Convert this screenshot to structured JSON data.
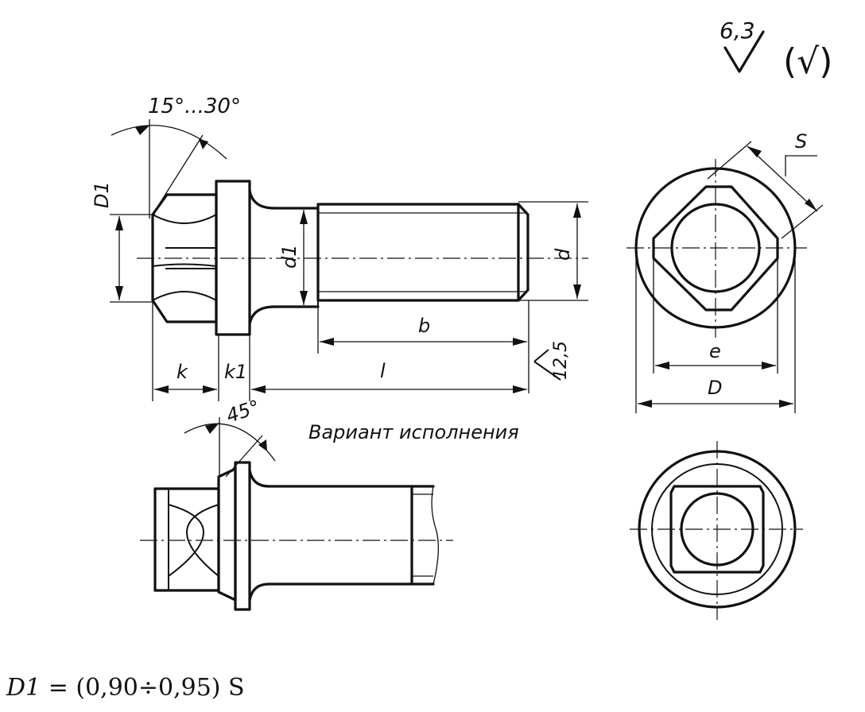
{
  "roughness": {
    "main": "6,3",
    "rest_symbol": "(√)",
    "side": "12,5"
  },
  "angles": {
    "top": "15°...30°",
    "variant": "45°"
  },
  "dims": {
    "D1": "D1",
    "d1": "d1",
    "d": "d",
    "b": "b",
    "l": "l",
    "k": "k",
    "k1": "k1",
    "S": "S",
    "e": "e",
    "D": "D"
  },
  "caption": "Вариант исполнения",
  "formula": {
    "lhs": "D1",
    "rhs": "= (0,90÷0,95) S"
  }
}
